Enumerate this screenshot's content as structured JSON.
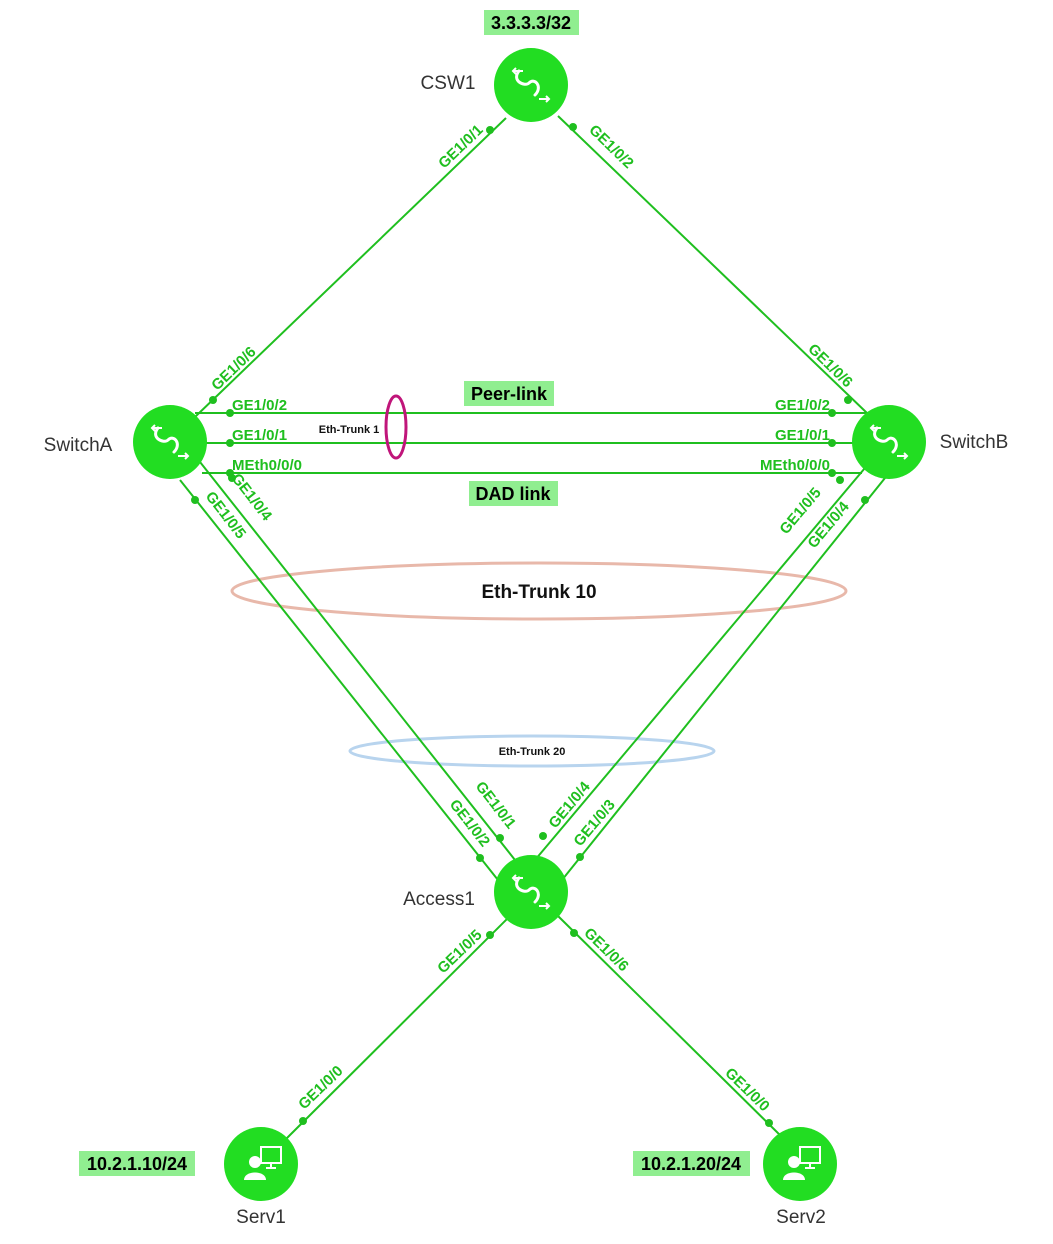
{
  "nodes": {
    "csw1": {
      "label": "CSW1",
      "address": "3.3.3.3/32",
      "icon": "switch-icon"
    },
    "switch_a": {
      "label": "SwitchA",
      "icon": "switch-icon"
    },
    "switch_b": {
      "label": "SwitchB",
      "icon": "switch-icon"
    },
    "access1": {
      "label": "Access1",
      "icon": "switch-icon"
    },
    "serv1": {
      "label": "Serv1",
      "address": "10.2.1.10/24",
      "icon": "server-icon"
    },
    "serv2": {
      "label": "Serv2",
      "address": "10.2.1.20/24",
      "icon": "server-icon"
    }
  },
  "links": {
    "csw1_switch_a": {
      "csw1_port": "GE1/0/1",
      "switch_a_port": "GE1/0/6"
    },
    "csw1_switch_b": {
      "csw1_port": "GE1/0/2",
      "switch_b_port": "GE1/0/6"
    },
    "peer_link_1": {
      "switch_a_port": "GE1/0/2",
      "switch_b_port": "GE1/0/2"
    },
    "peer_link_2": {
      "switch_a_port": "GE1/0/1",
      "switch_b_port": "GE1/0/1"
    },
    "dad_link": {
      "switch_a_port": "MEth0/0/0",
      "switch_b_port": "MEth0/0/0"
    },
    "switch_a_access1_a": {
      "switch_a_port": "GE1/0/4",
      "access1_port": "GE1/0/1"
    },
    "switch_a_access1_b": {
      "switch_a_port": "GE1/0/5",
      "access1_port": "GE1/0/2"
    },
    "switch_b_access1_a": {
      "switch_b_port": "GE1/0/5",
      "access1_port": "GE1/0/4"
    },
    "switch_b_access1_b": {
      "switch_b_port": "GE1/0/4",
      "access1_port": "GE1/0/3"
    },
    "access1_serv1": {
      "access1_port": "GE1/0/5",
      "serv1_port": "GE1/0/0"
    },
    "access1_serv2": {
      "access1_port": "GE1/0/6",
      "serv2_port": "GE1/0/0"
    }
  },
  "labels": {
    "peer_link": "Peer-link",
    "dad_link": "DAD link",
    "eth_trunk_1": "Eth-Trunk 1",
    "eth_trunk_10": "Eth-Trunk 10",
    "eth_trunk_20": "Eth-Trunk 20"
  },
  "colors": {
    "link": "#1fbf1f",
    "node": "#22dd22",
    "highlight": "#90ee90",
    "eth_trunk_1_ring": "#c0157a",
    "eth_trunk_10_ring": "#e8b8aa",
    "eth_trunk_20_ring": "#b8d4ee"
  }
}
